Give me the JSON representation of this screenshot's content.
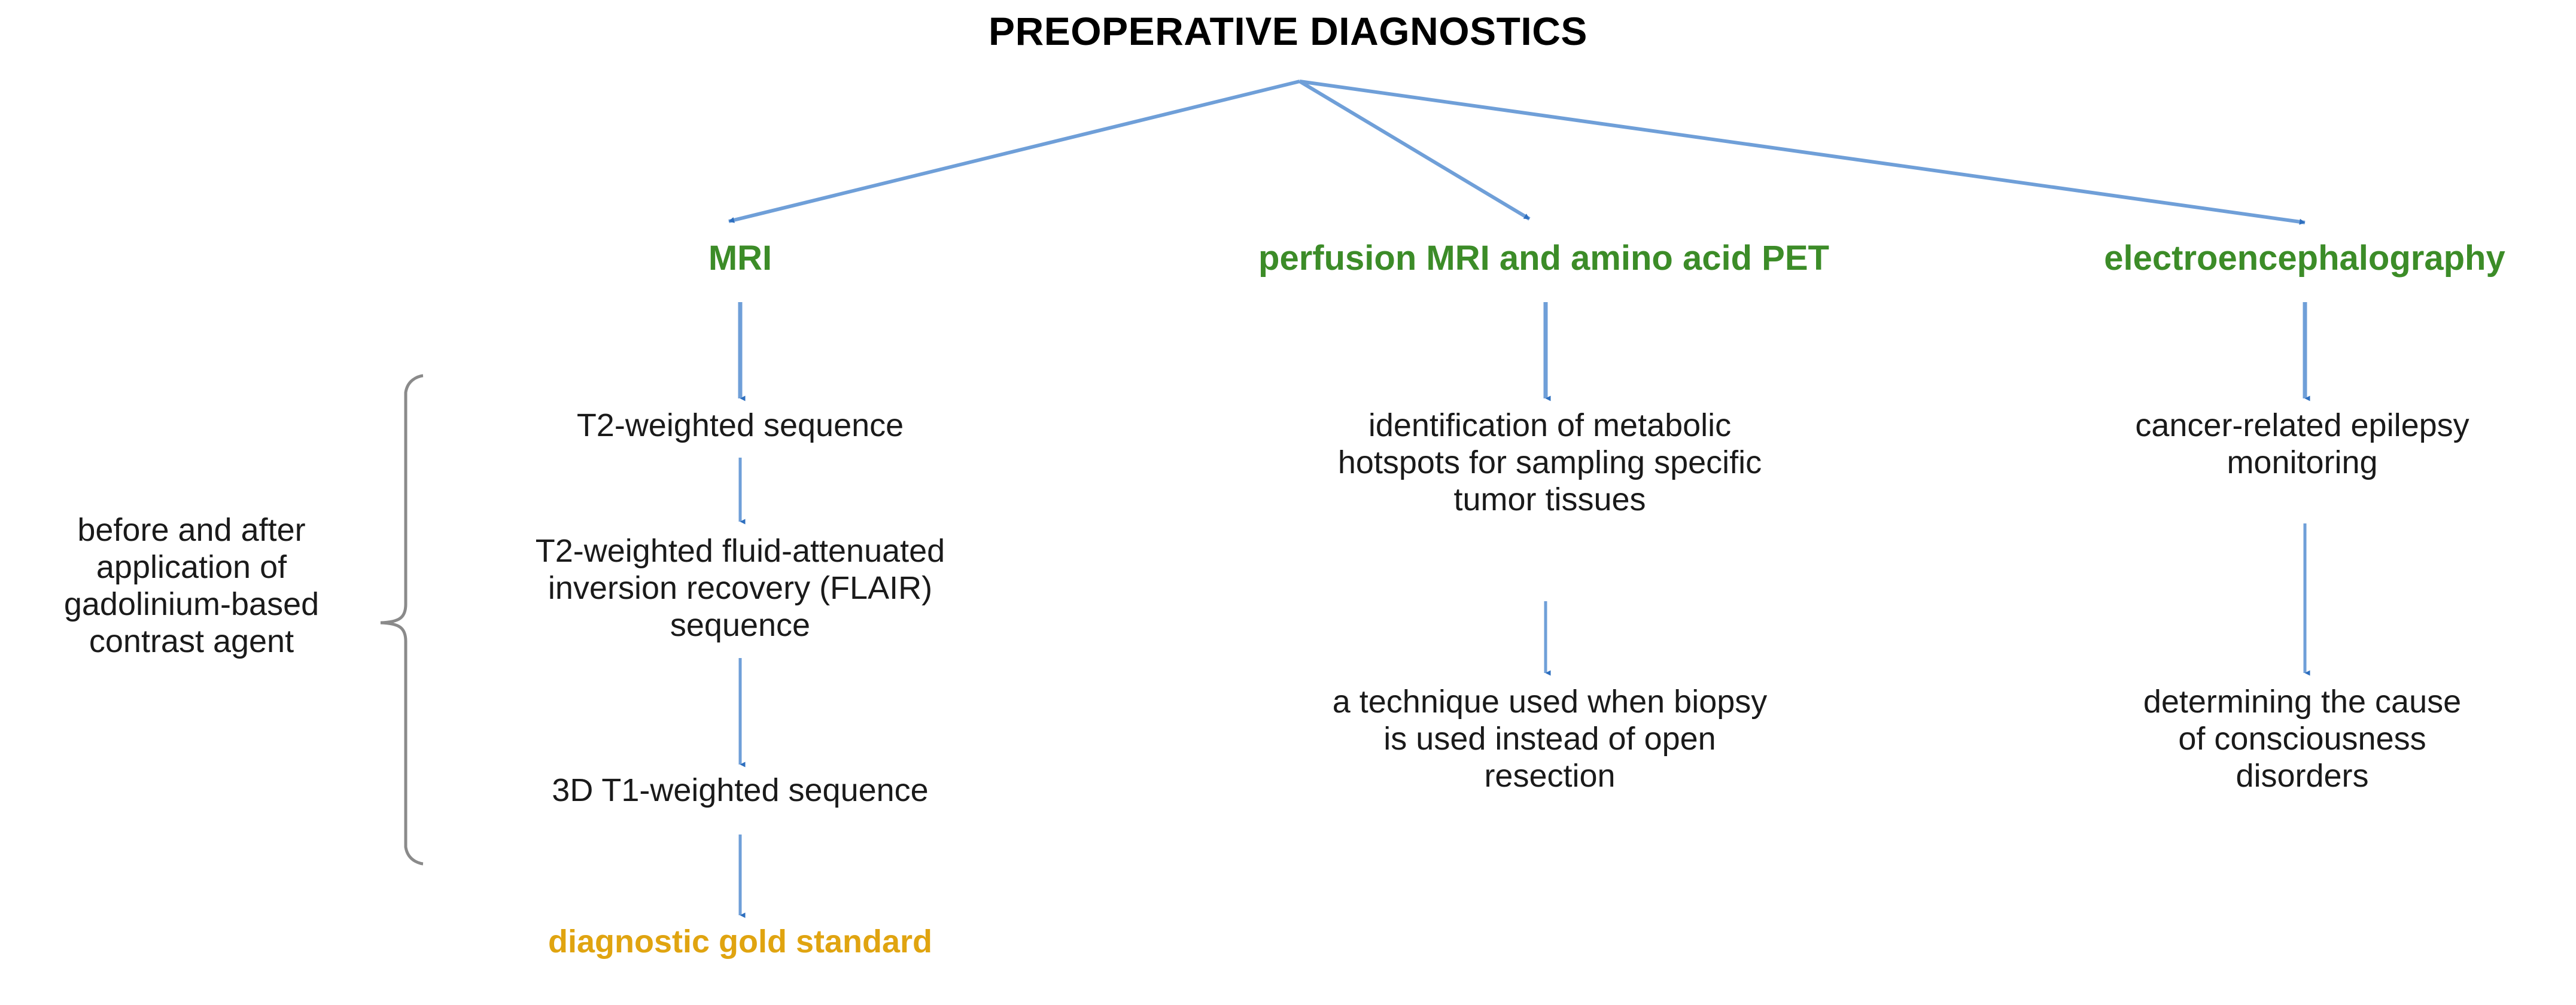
{
  "title": "PREOPERATIVE DIAGNOSTICS",
  "colors": {
    "title_text": "#000000",
    "branch_header": "#3c8c28",
    "body_text": "#1a1a1a",
    "highlight": "#e0a410",
    "arrow_line": "#6f9fd8",
    "arrow_head": "#2e6fbf",
    "brace": "#808080",
    "background": "#ffffff"
  },
  "branches": [
    {
      "id": "mri",
      "header": "MRI",
      "side_label": {
        "lines": [
          "before and after",
          "application of",
          "gadolinium-based",
          "contrast agent"
        ]
      },
      "steps": [
        {
          "id": "t2",
          "lines": [
            "T2-weighted sequence"
          ]
        },
        {
          "id": "flair",
          "lines": [
            "T2-weighted fluid-attenuated",
            "inversion recovery (FLAIR)",
            "sequence"
          ]
        },
        {
          "id": "t1",
          "lines": [
            "3D T1-weighted sequence"
          ]
        }
      ],
      "outcome": "diagnostic gold standard"
    },
    {
      "id": "perfusion",
      "header": "perfusion MRI and amino acid PET",
      "steps": [
        {
          "id": "hotspots",
          "lines": [
            "identification of metabolic",
            "hotspots for sampling specific",
            "tumor tissues"
          ]
        },
        {
          "id": "biopsy",
          "lines": [
            "a technique used when biopsy",
            "is used instead of open",
            "resection"
          ]
        }
      ]
    },
    {
      "id": "eeg",
      "header": "electroencephalography",
      "steps": [
        {
          "id": "epilepsy",
          "lines": [
            "cancer-related epilepsy",
            "monitoring"
          ]
        },
        {
          "id": "disorders",
          "lines": [
            "determining the cause",
            "of consciousness",
            "disorders"
          ]
        }
      ]
    }
  ]
}
